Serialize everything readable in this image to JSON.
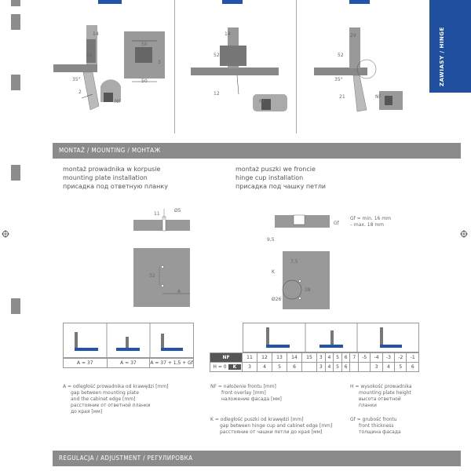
{
  "side_tab": {
    "label": "ZAWIASY / HINGE"
  },
  "top_dims": {
    "left": {
      "a": "14",
      "b": "52",
      "c": "35°",
      "d": "2",
      "e": "NF",
      "f": "50",
      "g": "50",
      "h": "3"
    },
    "middle": {
      "a": "14",
      "b": "52",
      "c": "12",
      "d": "NF"
    },
    "right": {
      "a": "29",
      "b": "52",
      "c": "35°",
      "d": "21",
      "e": "NF"
    }
  },
  "sections": {
    "mounting_banner": "MONTAŻ / MOUNTING / МОНТАЖ",
    "adjustment_banner": "REGULACJA / ADJUSTMENT / РЕГУЛИРОВКА"
  },
  "mounting": {
    "left_heading": [
      "montaż prowadnika w korpusie",
      "mounting plate installation",
      "присадка под ответную планку"
    ],
    "right_heading": [
      "montaż puszki we froncie",
      "hinge cup installation",
      "присадка под чашку петли"
    ],
    "drill_dims": {
      "d5": "Ø5",
      "h11": "11",
      "d32": "32",
      "a": "A"
    },
    "cup_dims": {
      "gf": "Gf",
      "d95": "9,5",
      "d75": "7,5",
      "k": "K",
      "d38": "38",
      "d26": "Ø26"
    },
    "gf_note": [
      "Gf = min. 16 mm",
      "– max. 18 mm"
    ]
  },
  "a_table": {
    "values": [
      "A = 37",
      "A = 37",
      "A = 37 + 1,5 + Gf"
    ]
  },
  "nf_table": {
    "nf_label": "NF",
    "h_label": "H = 0",
    "k_label": "K",
    "nf_values": [
      "11",
      "12",
      "13",
      "14",
      "15",
      "3",
      "4",
      "5",
      "6",
      "7",
      "-5",
      "-4",
      "-3",
      "-2",
      "-1"
    ],
    "k_values": [
      "3",
      "4",
      "5",
      "6",
      "",
      "3",
      "4",
      "5",
      "6",
      "",
      "",
      "3",
      "4",
      "5",
      "6"
    ]
  },
  "legends": {
    "a": [
      "A = odległość prowadnika od krawędzi [mm]",
      "gap between mounting plate",
      "and the cabinet edge [mm]",
      "расстояние от ответной планки",
      "до края [мм]"
    ],
    "nf": [
      "NF = nałożenie frontu [mm]",
      "front overlay [mm]",
      "наложение фасада [мм]"
    ],
    "k": [
      "K = odległość puszki od krawędzi [mm]",
      "gap between hinge cup and cabinet edge [mm]",
      "расстояние от чашки петли до края [мм]"
    ],
    "h": [
      "H = wysokość prowadnika",
      "mounting plate height",
      "высота ответной",
      "планки"
    ],
    "gf": [
      "Gf = grubość frontu",
      "front thickness",
      "толщина фасада"
    ]
  }
}
